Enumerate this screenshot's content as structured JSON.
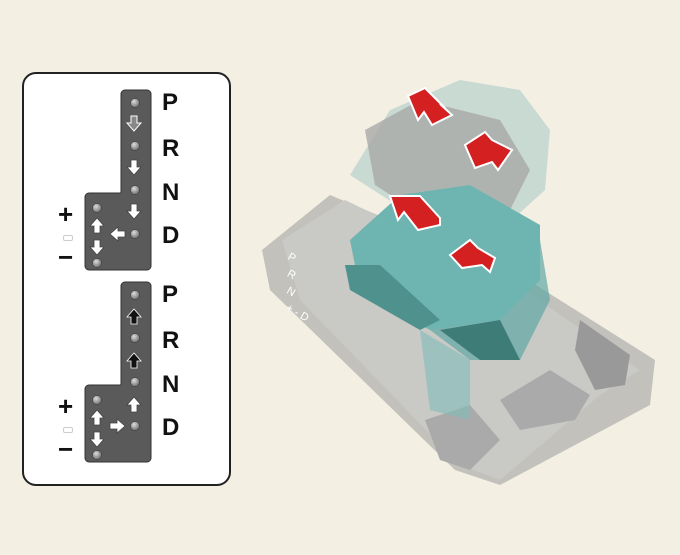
{
  "gate_upper": {
    "labels": [
      "P",
      "R",
      "N",
      "D"
    ],
    "plus": "+",
    "minus": "−"
  },
  "gate_lower": {
    "labels": [
      "P",
      "R",
      "N",
      "D"
    ],
    "plus": "+",
    "minus": "−"
  },
  "console_labels": [
    "P",
    "R",
    "N",
    "+ - D"
  ],
  "colors": {
    "background": "#f3efe3",
    "gate": "#5a5a5a",
    "arrow": "#d42020",
    "lever": "#5fa8a4"
  }
}
